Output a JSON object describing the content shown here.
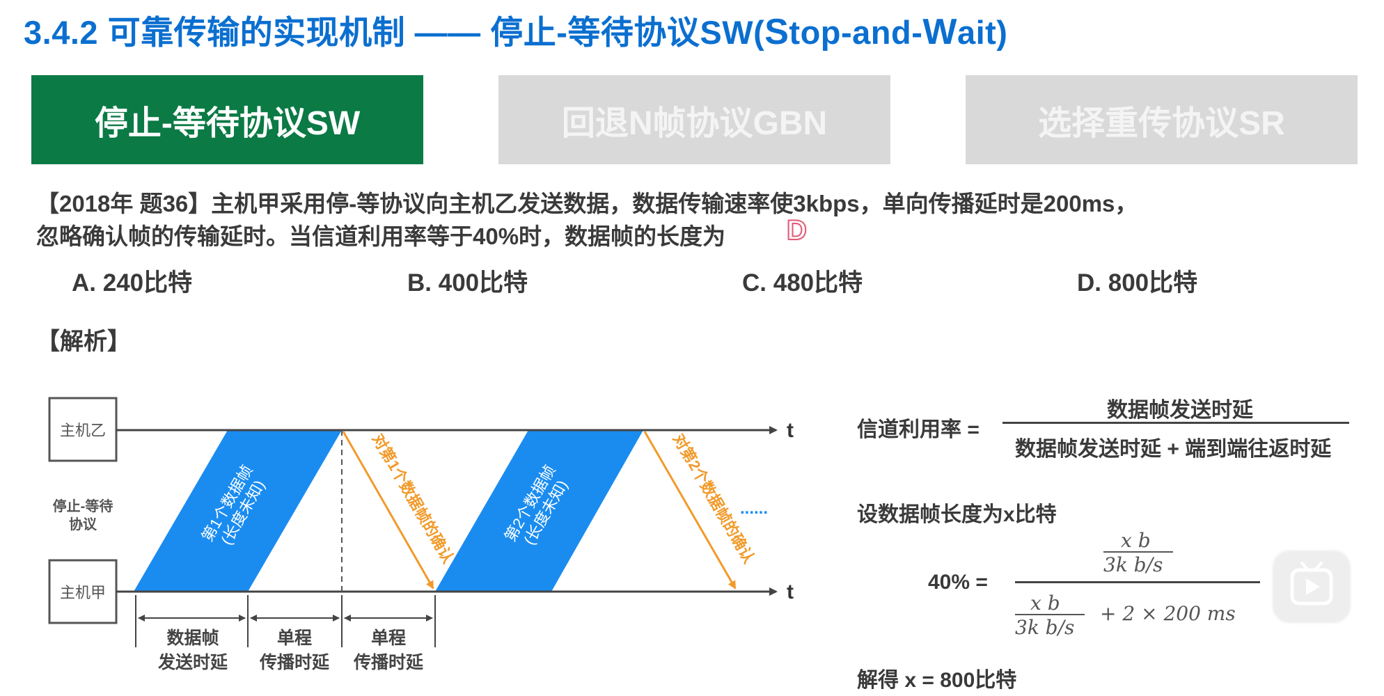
{
  "title": {
    "prefix": "3.4.2 可靠传输的实现机制 —— 停止-等待协议SW(",
    "S": "S",
    "mid": "top-and-",
    "W": "W",
    "suffix": "ait)"
  },
  "tabs": [
    {
      "label": "停止-等待协议SW",
      "active": true
    },
    {
      "label": "回退N帧协议GBN",
      "active": false
    },
    {
      "label": "选择重传协议SR",
      "active": false
    }
  ],
  "question": {
    "line1": "【2018年 题36】主机甲采用停-等协议向主机乙发送数据，数据传输速率使3kbps，单向传播延时是200ms，",
    "line2": "忽略确认帧的传输延时。当信道利用率等于40%时，数据帧的长度为",
    "answer": "D"
  },
  "options": [
    {
      "label": "A. 240比特"
    },
    {
      "label": "B. 400比特"
    },
    {
      "label": "C. 480比特"
    },
    {
      "label": "D. 800比特"
    }
  ],
  "analysis_label": "【解析】",
  "diagram": {
    "host_b": "主机乙",
    "host_a": "主机甲",
    "protocol_label_1": "停止-等待",
    "protocol_label_2": "协议",
    "time_label": "t",
    "frame1_line1": "第1个数据帧",
    "frame1_line2": "(长度未知)",
    "frame2_line1": "第2个数据帧",
    "frame2_line2": "(长度未知)",
    "ack1": "对第1个数据帧的确认",
    "ack2": "对第2个数据帧的确认",
    "ellipsis": "......",
    "interval1_line1": "数据帧",
    "interval1_line2": "发送时延",
    "interval2_line1": "单程",
    "interval2_line2": "传播时延",
    "interval3_line1": "单程",
    "interval3_line2": "传播时延"
  },
  "formula": {
    "lhs": "信道利用率 =",
    "numerator": "数据帧发送时延",
    "denominator": "数据帧发送时延 + 端到端往返时延",
    "assume": "设数据帧长度为x比特",
    "eq_lhs": "40% =",
    "num_x": "x   b",
    "num_rate": "3k   b/s",
    "den_x": "x   b",
    "den_rate": "3k   b/s",
    "den_tail": "+  2  ×  200   ms",
    "result": "解得 x = 800比特"
  },
  "colors": {
    "title_blue": "#0b6fd0",
    "tab_active": "#0b7a45",
    "tab_inactive": "#d9d9d9",
    "frame_blue": "#1a8cf0",
    "ack_orange": "#f19a2a",
    "answer_pink": "#e05c78"
  }
}
